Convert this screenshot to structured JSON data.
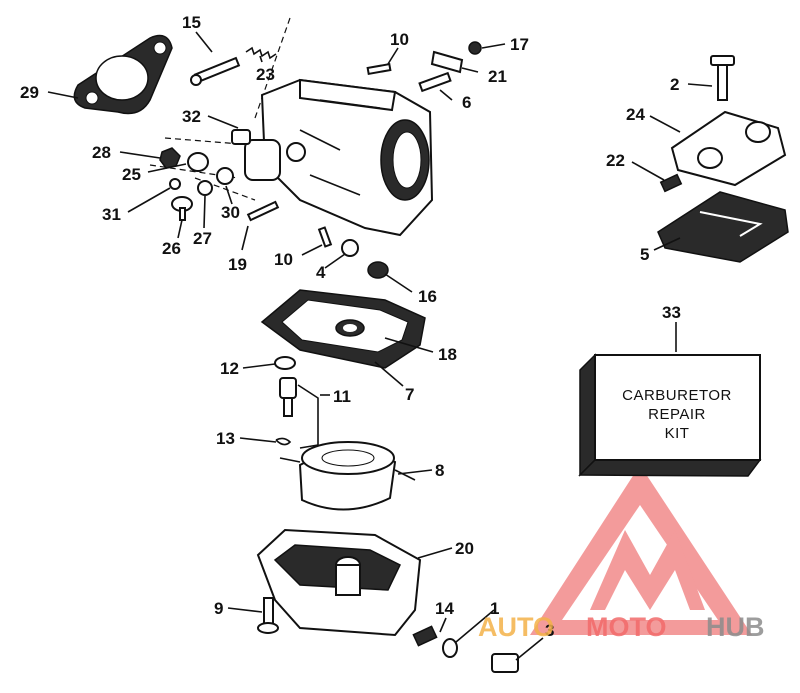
{
  "callouts": {
    "c15": "15",
    "c23": "23",
    "c10a": "10",
    "c17": "17",
    "c21": "21",
    "c29": "29",
    "c6": "6",
    "c32": "32",
    "c28": "28",
    "c25": "25",
    "c31": "31",
    "c26": "26",
    "c27": "27",
    "c30": "30",
    "c19": "19",
    "c10b": "10",
    "c4": "4",
    "c16": "16",
    "c2": "2",
    "c24": "24",
    "c22": "22",
    "c5": "5",
    "c33": "33",
    "c18": "18",
    "c7": "7",
    "c12": "12",
    "c11": "11",
    "c13": "13",
    "c8": "8",
    "c20": "20",
    "c9": "9",
    "c14": "14",
    "c1": "1",
    "c3": "3"
  },
  "repair_kit": {
    "line1": "CARBURETOR",
    "line2": "REPAIR",
    "line3": "KIT"
  },
  "watermark": {
    "part1": "AUTO",
    "part2": "MOTO",
    "part3": "HUB",
    "color_red": "#f26a6a",
    "color_orange": "#f4b24a",
    "color_grey": "#8c8c8c"
  }
}
